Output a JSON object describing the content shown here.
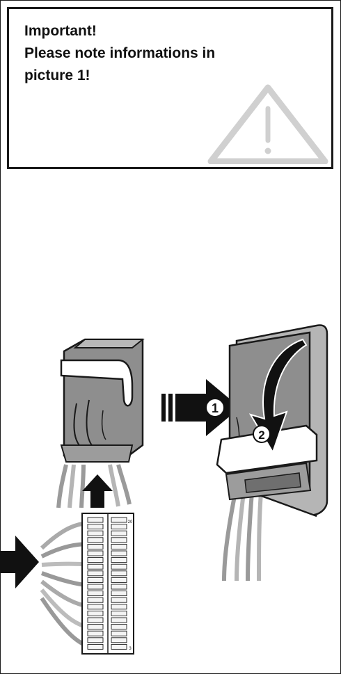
{
  "notice": {
    "line1": "Important!",
    "line2": "Please note informations in",
    "line3": "picture 1!",
    "icon": "warning-triangle-icon"
  },
  "steps": {
    "step1": "1",
    "step2": "2"
  },
  "connector": {
    "pin_top": "20",
    "pin_bottom": "3"
  },
  "colors": {
    "warning_icon": "#cfcfcf",
    "connector_body": "#8f8f8f",
    "arrow": "#111111"
  }
}
